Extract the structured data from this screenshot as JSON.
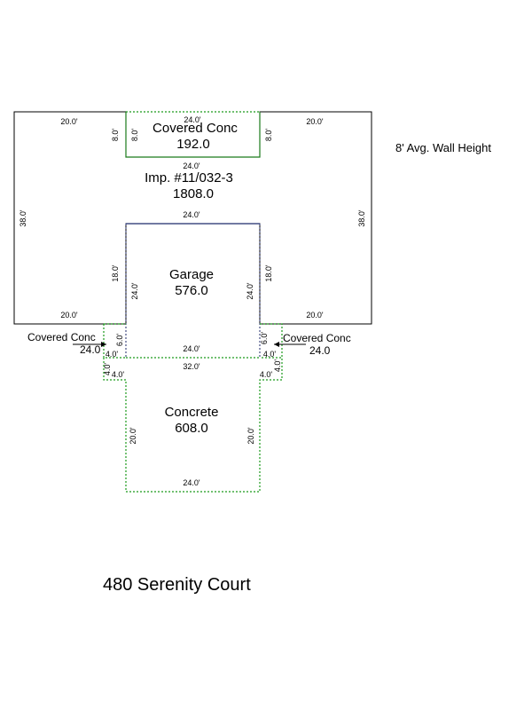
{
  "note": "8' Avg. Wall Height",
  "address": "480 Serenity Court",
  "areas": {
    "covered_top": {
      "name": "Covered Conc",
      "area": "192.0"
    },
    "main": {
      "name": "Imp. #11/032-3",
      "area": "1808.0"
    },
    "garage": {
      "name": "Garage",
      "area": "576.0"
    },
    "covered_left": {
      "name": "Covered Conc",
      "area": "24.0"
    },
    "covered_right": {
      "name": "Covered Conc",
      "area": "24.0"
    },
    "concrete": {
      "name": "Concrete",
      "area": "608.0"
    }
  },
  "dims": {
    "top_left": "20.0'",
    "top_mid": "24.0'",
    "top_right": "20.0'",
    "cc_left": "8.0'",
    "cc_left_in": "8.0'",
    "cc_right": "8.0'",
    "cc_bottom": "24.0'",
    "left_side": "38.0'",
    "right_side": "38.0'",
    "garage_top": "24.0'",
    "garage_left_outer": "18.0'",
    "garage_left_inner": "24.0'",
    "garage_right_outer": "18.0'",
    "garage_right_inner": "24.0'",
    "bottom_left": "20.0'",
    "bottom_right": "20.0'",
    "garage_bottom": "24.0'",
    "ccl_height": "6.0'",
    "ccl_bottom": "4.0'",
    "ccr_height": "6.0'",
    "ccr_bottom": "4.0'",
    "conc_top": "32.0'",
    "step_left_h": "4.0'",
    "step_left_w": "4.0'",
    "step_right_h": "4.0'",
    "step_right_w": "4.0'",
    "conc_left": "20.0'",
    "conc_right": "20.0'",
    "conc_bottom": "24.0'"
  }
}
